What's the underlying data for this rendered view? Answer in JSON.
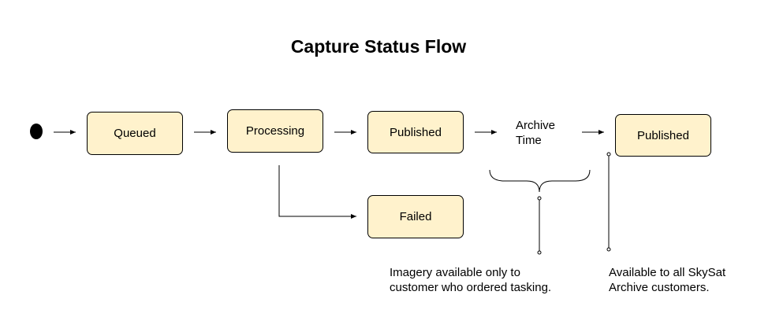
{
  "title": "Capture Status Flow",
  "states": {
    "queued": "Queued",
    "processing": "Processing",
    "published_1": "Published",
    "failed": "Failed",
    "published_2": "Published"
  },
  "archive_time": {
    "line1": "Archive",
    "line2": "Time"
  },
  "notes": {
    "left": {
      "line1": "Imagery available only to",
      "line2": "customer who ordered tasking."
    },
    "right": {
      "line1": "Available to all SkySat",
      "line2": "Archive customers."
    }
  },
  "colors": {
    "state_fill": "#fff2cc",
    "stroke": "#000000"
  }
}
